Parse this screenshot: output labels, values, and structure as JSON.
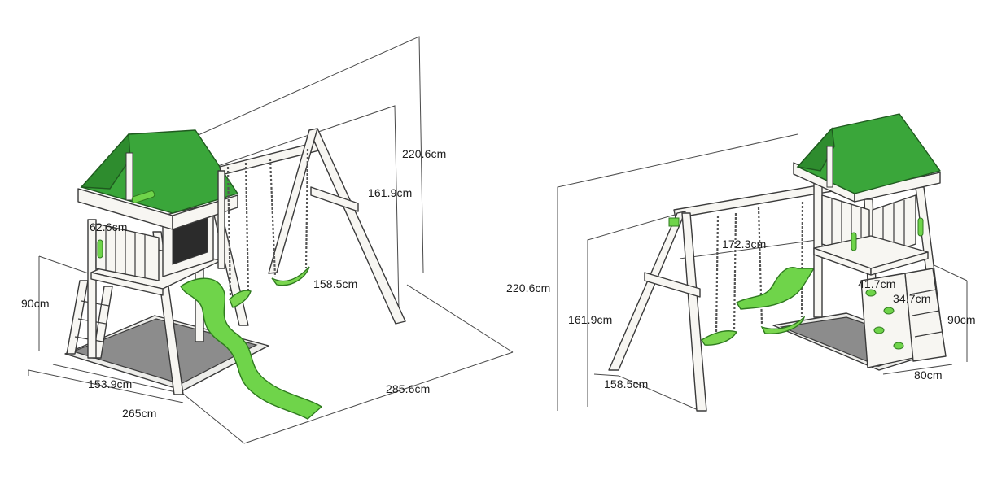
{
  "left_view": {
    "dimensions": {
      "overall_height": "220.6cm",
      "swing_beam_height": "161.9cm",
      "window_width": "62.6cm",
      "platform_height": "90cm",
      "swing_seat_height": "158.5cm",
      "tower_depth": "153.9cm",
      "tower_width": "265cm",
      "overall_length": "285.6cm"
    }
  },
  "right_view": {
    "dimensions": {
      "overall_height": "220.6cm",
      "swing_beam_height": "161.9cm",
      "beam_length": "172.3cm",
      "climbing_wall_height": "41.7cm",
      "climbing_wall_width": "34.7cm",
      "platform_height": "90cm",
      "swing_seat_height": "158.5cm",
      "platform_width": "80cm"
    }
  },
  "colors": {
    "roof": "#3aa63a",
    "slide": "#6fd44a",
    "wood": "#f7f6f2",
    "sand": "#8c8c8c"
  }
}
